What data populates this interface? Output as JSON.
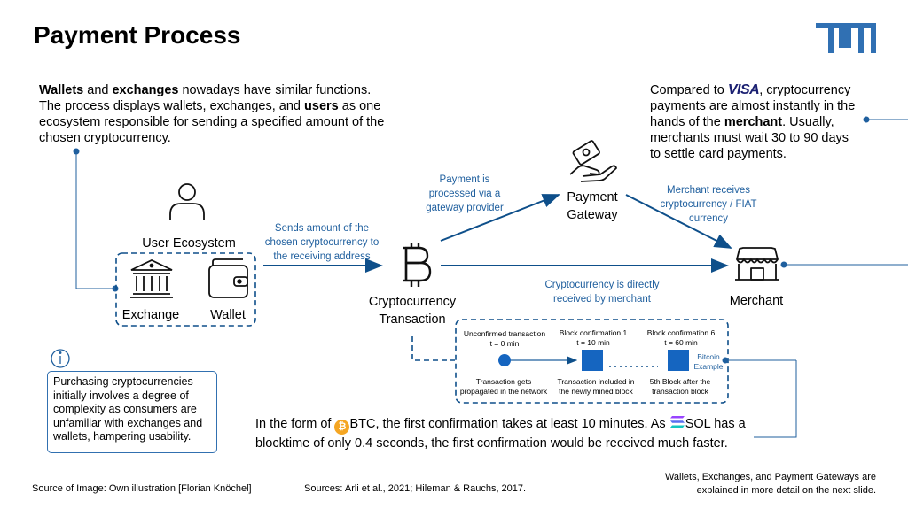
{
  "title": "Payment Process",
  "intro": {
    "parts": [
      {
        "text": "Wallets",
        "bold": true
      },
      {
        "text": " and ",
        "bold": false
      },
      {
        "text": "exchanges",
        "bold": true
      },
      {
        "text": " nowadays have similar functions. The process displays wallets, exchanges, and ",
        "bold": false
      },
      {
        "text": "users",
        "bold": true
      },
      {
        "text": " as one ecosystem responsible for sending a specified amount of the chosen cryptocurrency.",
        "bold": false
      }
    ]
  },
  "visa_note": {
    "prefix": "Compared to ",
    "brand": "VISA",
    "mid": ", cryptocurrency payments are almost instantly in the hands of the ",
    "bold": "merchant",
    "suffix": ". Usually, merchants must wait 30 to 90 days to settle card payments."
  },
  "nodes": {
    "user_ecosystem": "User Ecosystem",
    "exchange": "Exchange",
    "wallet": "Wallet",
    "crypto_tx_line1": "Cryptocurrency",
    "crypto_tx_line2": "Transaction",
    "gateway_line1": "Payment",
    "gateway_line2": "Gateway",
    "merchant": "Merchant"
  },
  "edge_labels": {
    "sends": "Sends amount of the chosen cryptocurrency to the receiving address",
    "processed": "Payment is processed via a gateway provider",
    "merchant_receives": "Merchant receives cryptocurrency / FIAT currency",
    "direct": "Cryptocurrency is directly received by merchant"
  },
  "bitcoin_example": {
    "tag": "Bitcoin Example",
    "steps": [
      {
        "top1": "Unconfirmed transaction",
        "top2": "t = 0 min",
        "bottom1": "Transaction gets",
        "bottom2": "propagated in the network"
      },
      {
        "top1": "Block confirmation 1",
        "top2": "t = 10 min",
        "bottom1": "Transaction included in",
        "bottom2": "the newly mined block"
      },
      {
        "top1": "Block confirmation 6",
        "top2": "t = 60 min",
        "bottom1": "5th Block after the",
        "bottom2": "transaction block"
      }
    ]
  },
  "info_box": "Purchasing cryptocurrencies initially involves a degree of complexity as consumers are unfamiliar with exchanges and wallets, hampering usability.",
  "confirmation_text": {
    "part1": "In the form of ",
    "btc": "BTC",
    "part2": ", the first confirmation takes at least 10 minutes. As ",
    "sol": "SOL",
    "part3": " has a blocktime of only 0.4 seconds, the first confirmation would be received much faster."
  },
  "footer": {
    "source_image": "Source of Image: Own illustration [Florian Knöchel]",
    "sources": "Sources: Arli et al., 2021; Hileman & Rauchs, 2017.",
    "next_slide": "Wallets, Exchanges, and Payment Gateways are explained in more detail on the next slide."
  },
  "colors": {
    "accent": "#1f5f9e",
    "arrow": "#0e4f8a",
    "tum_blue": "#3070b3",
    "bitcoin_orange": "#f5a623"
  }
}
